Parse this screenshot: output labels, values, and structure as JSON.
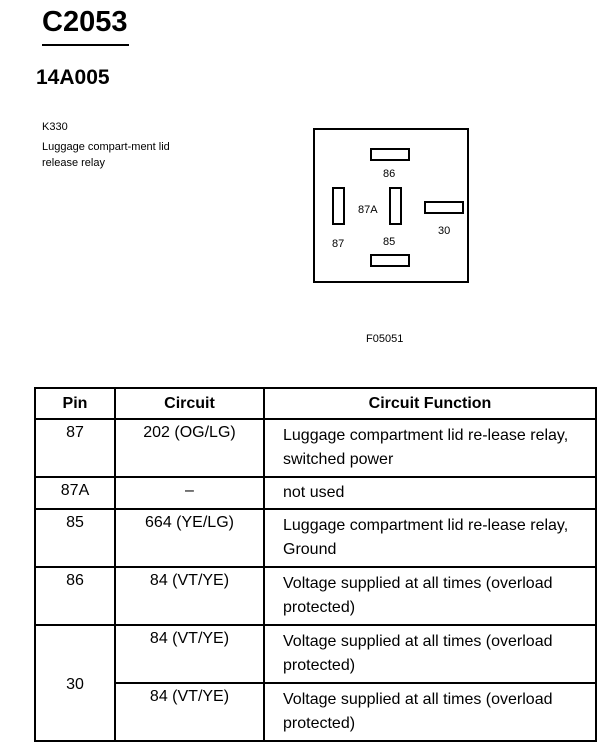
{
  "header": {
    "connector_id": "C2053",
    "part_number": "14A005"
  },
  "component": {
    "id": "K330",
    "description": "Luggage compart-ment lid release relay"
  },
  "diagram": {
    "pins": {
      "p86": "86",
      "p87A": "87A",
      "p30": "30",
      "p87": "87",
      "p85": "85"
    },
    "figure_code": "F05051"
  },
  "table": {
    "headers": {
      "pin": "Pin",
      "circuit": "Circuit",
      "function": "Circuit Function"
    },
    "rows": [
      {
        "pin": "87",
        "circuit": "202 (OG/LG)",
        "function": "Luggage compartment lid re-lease relay, switched power"
      },
      {
        "pin": "87A",
        "circuit": "–",
        "function": "not used"
      },
      {
        "pin": "85",
        "circuit": "664 (YE/LG)",
        "function": "Luggage compartment lid re-lease relay, Ground"
      },
      {
        "pin": "86",
        "circuit": "84 (VT/YE)",
        "function": "Voltage supplied at all times (overload protected)"
      },
      {
        "pin": "30",
        "circuit": "84 (VT/YE)",
        "function": "Voltage supplied at all times (overload protected)"
      },
      {
        "pin": "",
        "circuit": "84 (VT/YE)",
        "function": "Voltage supplied at all times (overload protected)"
      }
    ]
  }
}
